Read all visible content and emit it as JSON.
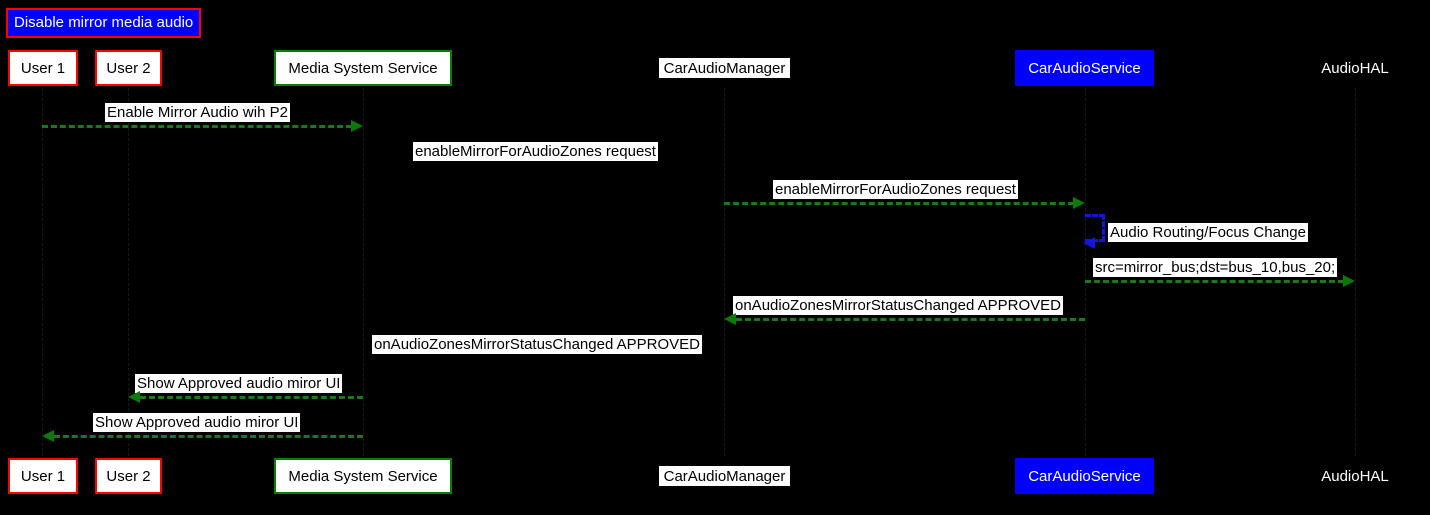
{
  "diagram": {
    "type": "sequence-diagram",
    "title": "Disable mirror media audio",
    "background_color": "#000000",
    "accent_colors": {
      "title_fill": "#0000ff",
      "title_border": "#ff0000",
      "user_border": "#ff0000",
      "service_border": "#008000",
      "highlight_fill": "#0000ff",
      "message_green": "#1a7a1a",
      "message_blue": "#1414dc"
    }
  },
  "participants": [
    {
      "id": "user1",
      "label": "User 1",
      "style": "boxed-red"
    },
    {
      "id": "user2",
      "label": "User 2",
      "style": "boxed-red"
    },
    {
      "id": "mss",
      "label": "Media System Service",
      "style": "boxed-green"
    },
    {
      "id": "cam",
      "label": "CarAudioManager",
      "style": "plain-white"
    },
    {
      "id": "cas",
      "label": "CarAudioService",
      "style": "filled-blue"
    },
    {
      "id": "hal",
      "label": "AudioHAL",
      "style": "plain-dark"
    }
  ],
  "messages": [
    {
      "index": 1,
      "label": "Enable Mirror Audio wih P2",
      "from": "user1",
      "to": "mss",
      "direction": "right",
      "style": "dashed-green",
      "has_arrow": true
    },
    {
      "index": 2,
      "label": "enableMirrorForAudioZones request",
      "from": "mss",
      "to": "cam",
      "direction": "right",
      "style": "dashed-green",
      "has_arrow": false
    },
    {
      "index": 3,
      "label": "enableMirrorForAudioZones request",
      "from": "cam",
      "to": "cas",
      "direction": "right",
      "style": "dashed-green",
      "has_arrow": true
    },
    {
      "index": 4,
      "label": "Audio Routing/Focus Change",
      "from": "cas",
      "to": "cas",
      "direction": "self",
      "style": "dashed-blue",
      "has_arrow": true
    },
    {
      "index": 5,
      "label": "src=mirror_bus;dst=bus_10,bus_20;",
      "from": "cas",
      "to": "hal",
      "direction": "right",
      "style": "dashed-green",
      "has_arrow": true
    },
    {
      "index": 6,
      "label": "onAudioZonesMirrorStatusChanged APPROVED",
      "from": "cas",
      "to": "cam",
      "direction": "left",
      "style": "dashed-green",
      "has_arrow": true
    },
    {
      "index": 7,
      "label": "onAudioZonesMirrorStatusChanged APPROVED",
      "from": "cam",
      "to": "mss",
      "direction": "left",
      "style": "dashed-green",
      "has_arrow": false
    },
    {
      "index": 8,
      "label": "Show Approved audio miror UI",
      "from": "mss",
      "to": "user2",
      "direction": "left",
      "style": "dashed-green",
      "has_arrow": true
    },
    {
      "index": 9,
      "label": "Show Approved audio miror UI",
      "from": "mss",
      "to": "user1",
      "direction": "left",
      "style": "dashed-green",
      "has_arrow": true
    }
  ],
  "footer_participants": [
    {
      "id": "user1",
      "label": "User 1",
      "style": "boxed-red"
    },
    {
      "id": "user2",
      "label": "User 2",
      "style": "boxed-red"
    },
    {
      "id": "mss",
      "label": "Media System Service",
      "style": "boxed-green"
    },
    {
      "id": "cam",
      "label": "CarAudioManager",
      "style": "plain-white"
    },
    {
      "id": "cas",
      "label": "CarAudioService",
      "style": "filled-blue"
    },
    {
      "id": "hal",
      "label": "AudioHAL",
      "style": "plain-dark"
    }
  ]
}
